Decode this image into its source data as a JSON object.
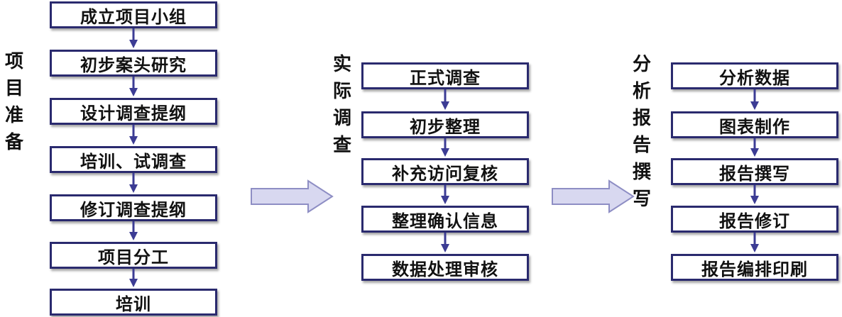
{
  "phases": [
    {
      "title": "项目准备",
      "steps": [
        "成立项目小组",
        "初步案头研究",
        "设计调查提纲",
        "培训、试调查",
        "修订调查提纲",
        "项目分工",
        "培训"
      ]
    },
    {
      "title": "实际调查",
      "steps": [
        "正式调查",
        "初步整理",
        "补充访问复核",
        "整理确认信息",
        "数据处理审核"
      ]
    },
    {
      "title": "分析报告撰写",
      "steps": [
        "分析数据",
        "图表制作",
        "报告撰写",
        "报告修订",
        "报告编排印刷"
      ]
    }
  ],
  "colors": {
    "box_border": "#2a2a6e",
    "connector": "#3c3c94",
    "big_arrow_fill": "#d8d8f0",
    "big_arrow_stroke": "#8e8ec4"
  }
}
